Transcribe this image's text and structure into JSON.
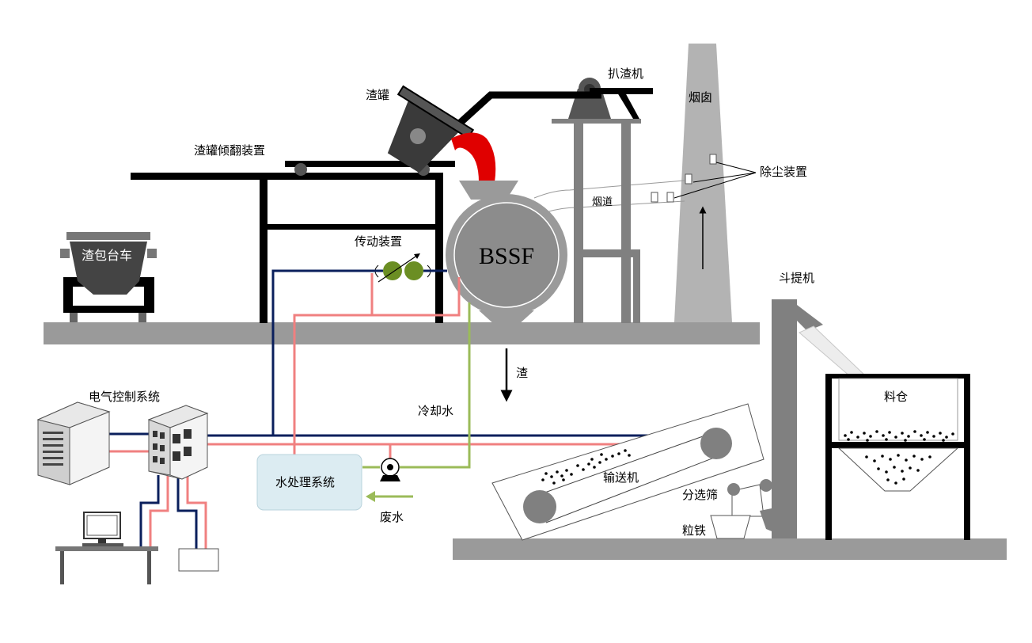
{
  "labels": {
    "slag_ladle": "渣罐",
    "tilting_device": "渣罐倾翻装置",
    "ladle_car": "渣包台车",
    "transmission": "传动装置",
    "bssf": "BSSF",
    "raking_machine": "扒渣机",
    "chimney": "烟囱",
    "dust_removal": "除尘装置",
    "flue": "烟道",
    "bucket_elevator": "斗提机",
    "slag": "渣",
    "cooling_water": "冷却水",
    "electric_control": "电气控制系统",
    "water_treatment": "水处理系统",
    "waste_water": "废水",
    "conveyor": "输送机",
    "screen": "分选筛",
    "iron_granules": "粒铁",
    "bin": "料仓"
  },
  "colors": {
    "ground": "#9a9a9a",
    "structure": "#000000",
    "gray_structure": "#808080",
    "chimney": "#b3b3b3",
    "molten_slag": "#e00000",
    "blue_line": "#0a1f5c",
    "pink_line": "#f08080",
    "green_line": "#9bbb59",
    "motor_green": "#6b8e23",
    "water_box": "#dcecf2"
  }
}
